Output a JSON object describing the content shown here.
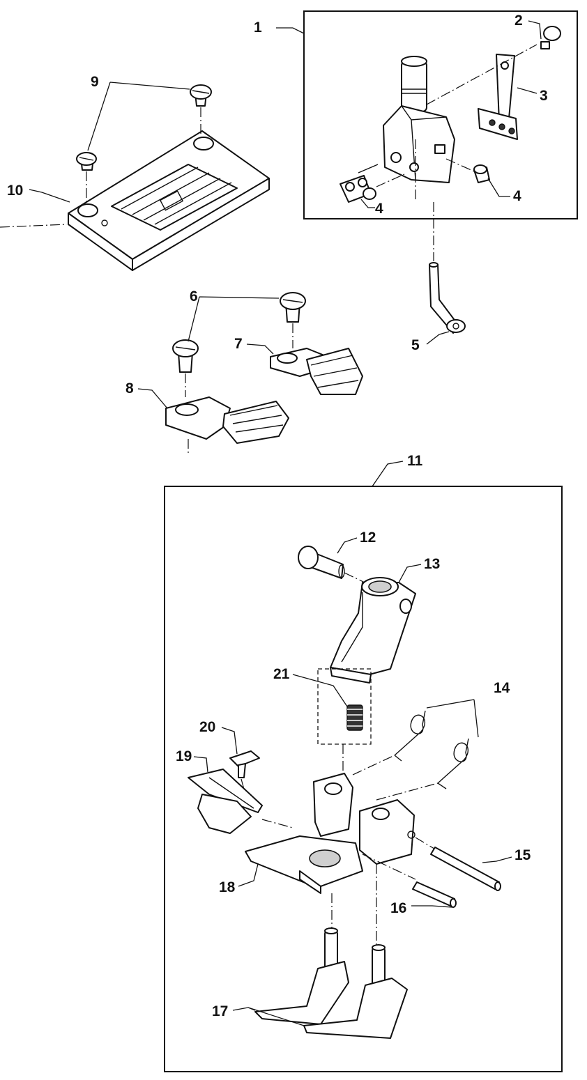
{
  "labels": [
    {
      "id": "p1",
      "text": "1"
    },
    {
      "id": "p2",
      "text": "2"
    },
    {
      "id": "p3",
      "text": "3"
    },
    {
      "id": "p4a",
      "text": "4"
    },
    {
      "id": "p4b",
      "text": "4"
    },
    {
      "id": "p5",
      "text": "5"
    },
    {
      "id": "p6",
      "text": "6"
    },
    {
      "id": "p7",
      "text": "7"
    },
    {
      "id": "p8",
      "text": "8"
    },
    {
      "id": "p9",
      "text": "9"
    },
    {
      "id": "p10",
      "text": "10"
    },
    {
      "id": "p11",
      "text": "11"
    },
    {
      "id": "p12",
      "text": "12"
    },
    {
      "id": "p13",
      "text": "13"
    },
    {
      "id": "p14",
      "text": "14"
    },
    {
      "id": "p15",
      "text": "15"
    },
    {
      "id": "p16",
      "text": "16"
    },
    {
      "id": "p17",
      "text": "17"
    },
    {
      "id": "p18",
      "text": "18"
    },
    {
      "id": "p19",
      "text": "19"
    },
    {
      "id": "p20",
      "text": "20"
    },
    {
      "id": "p21",
      "text": "21"
    }
  ]
}
